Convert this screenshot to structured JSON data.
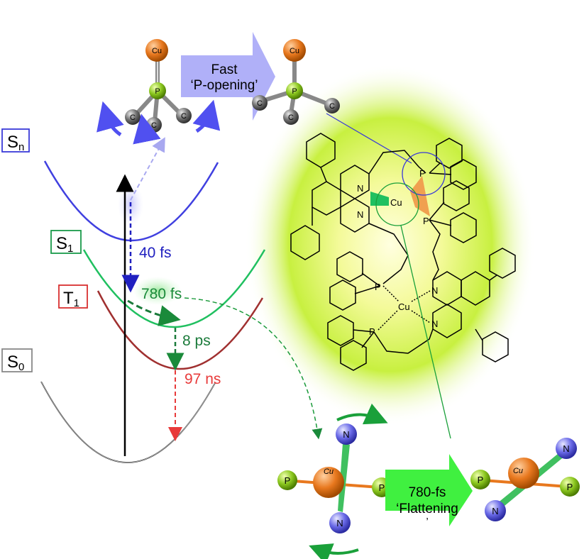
{
  "states": {
    "sn": {
      "main": "S",
      "sub": "n",
      "color": "#3a3ad8"
    },
    "s1": {
      "main": "S",
      "sub": "1",
      "color": "#1a9a4a"
    },
    "t1": {
      "main": "T",
      "sub": "1",
      "color": "#d83030"
    },
    "s0": {
      "main": "S",
      "sub": "0",
      "color": "#888888"
    }
  },
  "timescales": {
    "t40": {
      "label": "40 fs",
      "color": "#2020c0"
    },
    "t780": {
      "label": "780 fs",
      "color": "#1a8a3a"
    },
    "t8": {
      "label": "8 ps",
      "color": "#1a7a3a"
    },
    "t97": {
      "label": "97 ns",
      "color": "#e83a3a"
    }
  },
  "process1": {
    "line1": "Fast",
    "line2": "‘P-opening’"
  },
  "process2": {
    "line1": "780-fs",
    "line2": "‘Flattening",
    "line3": "’"
  },
  "atoms": {
    "cu": "Cu",
    "p": "P",
    "c": "C",
    "n": "N"
  },
  "colors": {
    "cu": "#e8781e",
    "p": "#8cc820",
    "c": "#707070",
    "n": "#6a6ae8",
    "glow": "#c8f040",
    "arrow_blue": "#b0b0f8",
    "arrow_green": "#40f040"
  }
}
